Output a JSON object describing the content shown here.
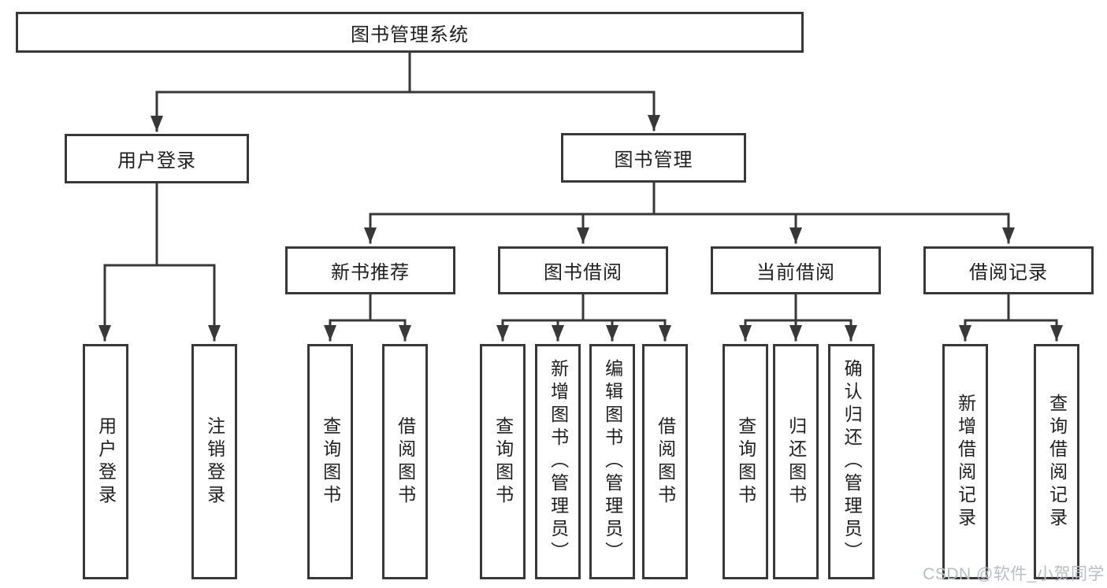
{
  "colors": {
    "line": "#383838",
    "text": "#1f1f1f",
    "watermark": "#b9bdc4",
    "node_bg": "#ffffff",
    "page_bg": "#ffffff"
  },
  "watermark": "CSDN @软件_小贺同学",
  "tree": {
    "label": "图书管理系统",
    "children": [
      {
        "label": "用户登录",
        "children": [
          {
            "label": "用户登录"
          },
          {
            "label": "注销登录"
          }
        ]
      },
      {
        "label": "图书管理",
        "children": [
          {
            "label": "新书推荐",
            "children": [
              {
                "label": "查询图书"
              },
              {
                "label": "借阅图书"
              }
            ]
          },
          {
            "label": "图书借阅",
            "children": [
              {
                "label": "查询图书"
              },
              {
                "label": "新增图书（管理员）"
              },
              {
                "label": "编辑图书（管理员）"
              },
              {
                "label": "借阅图书"
              }
            ]
          },
          {
            "label": "当前借阅",
            "children": [
              {
                "label": "查询图书"
              },
              {
                "label": "归还图书"
              },
              {
                "label": "确认归还（管理员）"
              }
            ]
          },
          {
            "label": "借阅记录",
            "children": [
              {
                "label": "新增借阅记录"
              },
              {
                "label": "查询借阅记录"
              }
            ]
          }
        ]
      }
    ]
  }
}
